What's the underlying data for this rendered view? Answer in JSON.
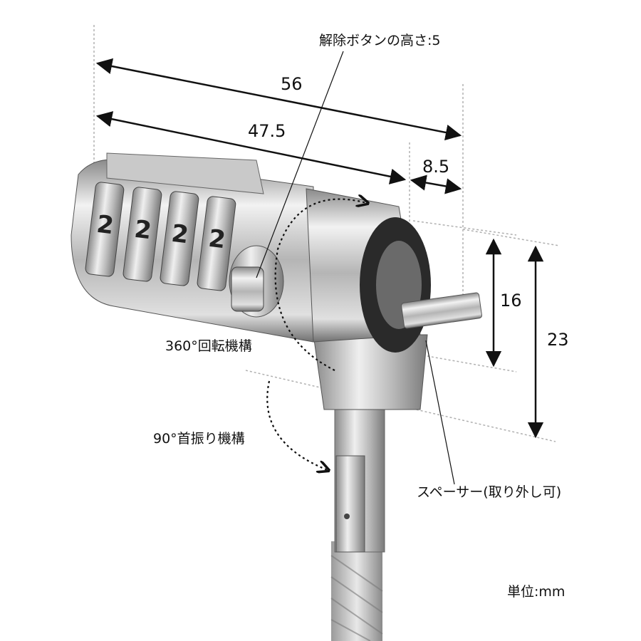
{
  "labels": {
    "release_button_height": "解除ボタンの高さ:5",
    "rotation": "360°回転機構",
    "swivel": "90°首振り機構",
    "spacer": "スペーサー(取り外し可)",
    "unit": "単位:mm"
  },
  "dimensions": {
    "total_length": "56",
    "body_length": "47.5",
    "head_length": "8.5",
    "head_height": "16",
    "total_height": "23"
  },
  "dial_digits": [
    "2",
    "2",
    "2",
    "2"
  ],
  "colors": {
    "metal_light": "#e6e6e6",
    "metal_dark": "#6e6e6e",
    "dimension_line": "#111111",
    "guide_line": "#b0b0b0"
  }
}
